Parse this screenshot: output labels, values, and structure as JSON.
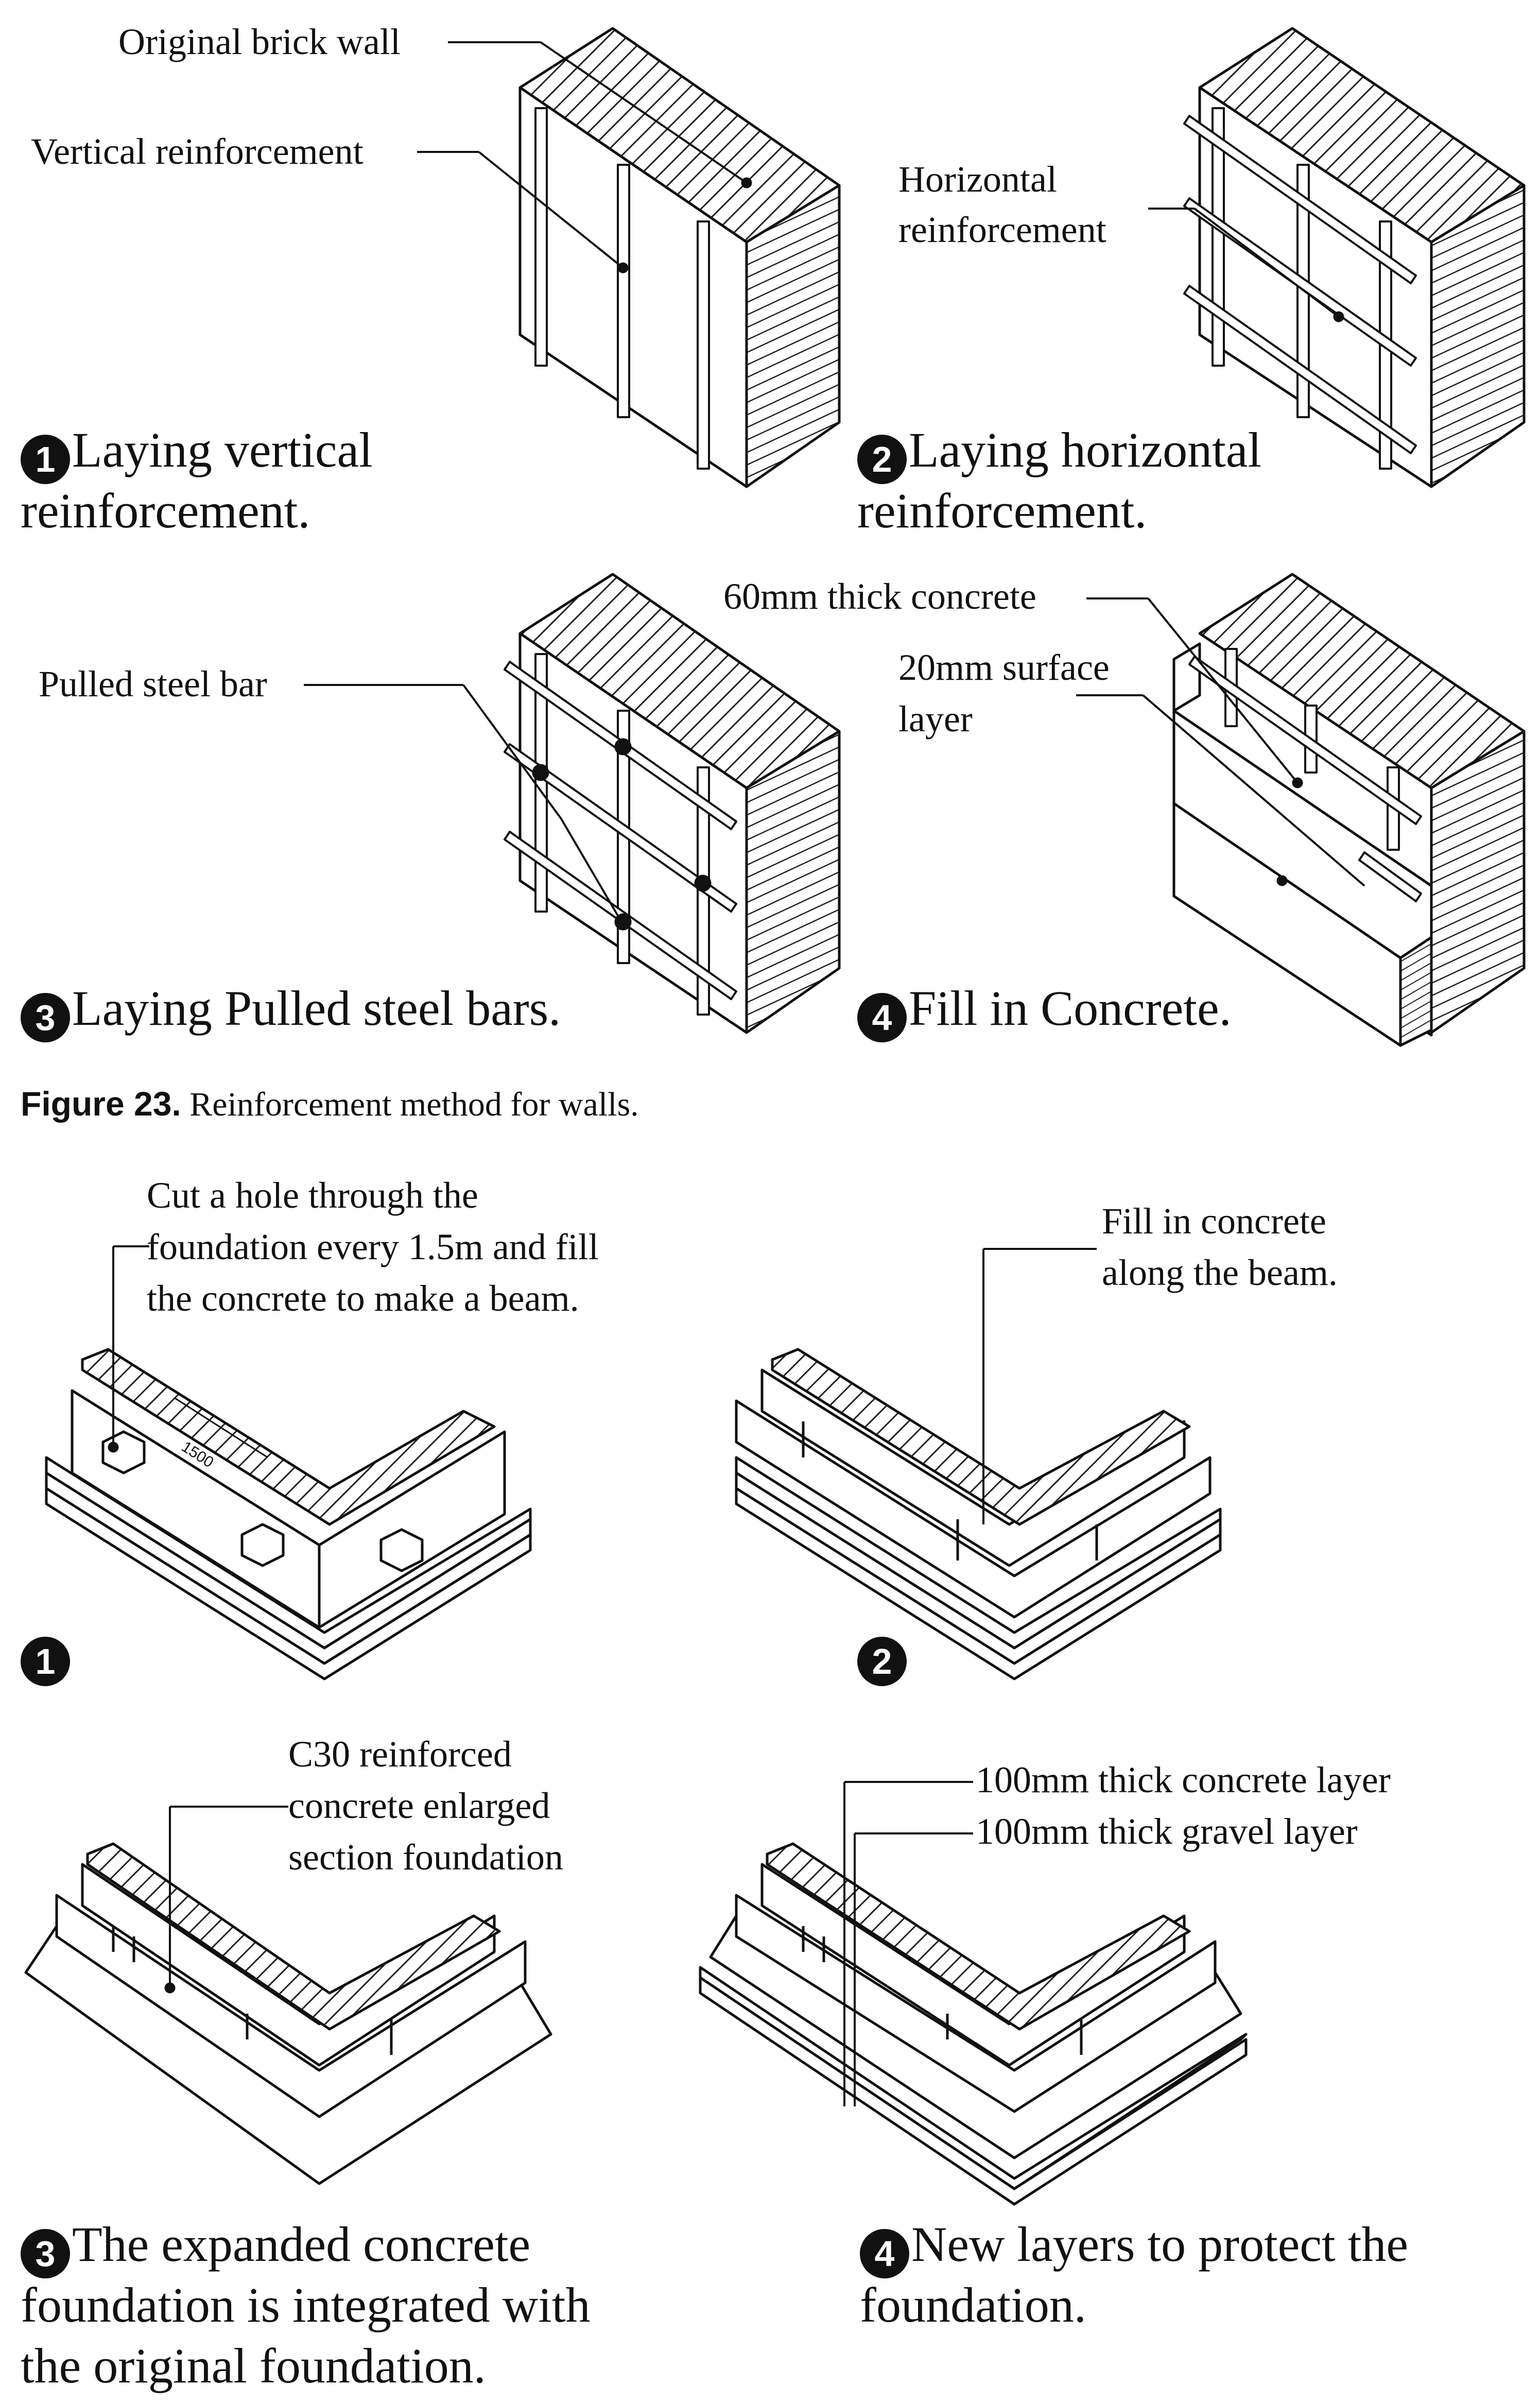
{
  "figure23": {
    "caption_label": "Figure 23.",
    "caption_text": " Reinforcement method for walls.",
    "panels": [
      {
        "number": "1",
        "step_line1": "Laying vertical",
        "step_line2": "reinforcement."
      },
      {
        "number": "2",
        "step_line1": "Laying horizontal",
        "step_line2": "reinforcement."
      },
      {
        "number": "3",
        "step_line1": "Laying Pulled steel bars."
      },
      {
        "number": "4",
        "step_line1": "Fill in Concrete."
      }
    ],
    "callouts": {
      "original_wall": "Original brick wall",
      "vertical_reinforcement": "Vertical reinforcement",
      "horizontal_reinforcement_1": "Horizontal",
      "horizontal_reinforcement_2": "reinforcement",
      "pulled_steel_bar": "Pulled steel bar",
      "thick_concrete": "60mm thick concrete",
      "surface_layer_1": "20mm surface",
      "surface_layer_2": "layer"
    }
  },
  "foundation": {
    "panels": [
      {
        "number": "1"
      },
      {
        "number": "2"
      },
      {
        "number": "3",
        "step_line1": "The expanded concrete",
        "step_line2": "foundation is integrated with",
        "step_line3": "the original foundation."
      },
      {
        "number": "4",
        "step_line1": "New  layers to protect the",
        "step_line2": "foundation."
      }
    ],
    "callouts": {
      "cut_hole_1": "Cut a hole through the",
      "cut_hole_2": "foundation every 1.5m and fill",
      "cut_hole_3": "the concrete to make a beam.",
      "fill_beam_1": "Fill in concrete",
      "fill_beam_2": "along the beam.",
      "c30_1": "C30 reinforced",
      "c30_2": "concrete enlarged",
      "c30_3": "section foundation",
      "concrete_layer": "100mm thick concrete layer",
      "gravel_layer": "100mm thick gravel layer"
    },
    "dimension_label": "1500"
  }
}
